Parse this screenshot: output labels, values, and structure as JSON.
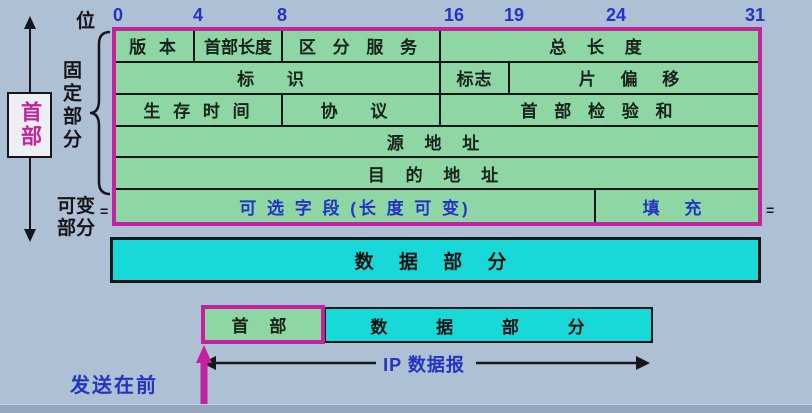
{
  "colors": {
    "background": "#aec0d3",
    "cell_green": "#8ed7a4",
    "data_cyan": "#18d8d8",
    "accent_magenta": "#c4219f",
    "text_blue": "#2433c4",
    "line_black": "#15151a"
  },
  "bit_ruler": {
    "label": "位",
    "ticks": [
      "0",
      "4",
      "8",
      "16",
      "19",
      "24",
      "31"
    ]
  },
  "left_panel": {
    "header_box": "首部",
    "fixed_part": "固定部分",
    "variable_part": "可变部分"
  },
  "header_fields": {
    "version": "版 本",
    "header_length": "首部长度",
    "dscp": "区 分 服 务",
    "total_length": "总 长 度",
    "identification": "标 识",
    "flags": "标志",
    "fragment_offset": "片 偏 移",
    "ttl": "生 存 时 间",
    "protocol": "协 议",
    "checksum": "首 部 检 验 和",
    "source": "源 地 址",
    "destination": "目 的 地 址",
    "options": "可 选 字 段 (长 度 可 变)",
    "padding": "填 充"
  },
  "break_mark": "=",
  "data_section_label": "数 据 部 分",
  "datagram_bar": {
    "header": "首 部",
    "data": "数 据 部 分"
  },
  "annotations": {
    "ip_datagram": "IP 数据报",
    "send_first": "发送在前"
  }
}
